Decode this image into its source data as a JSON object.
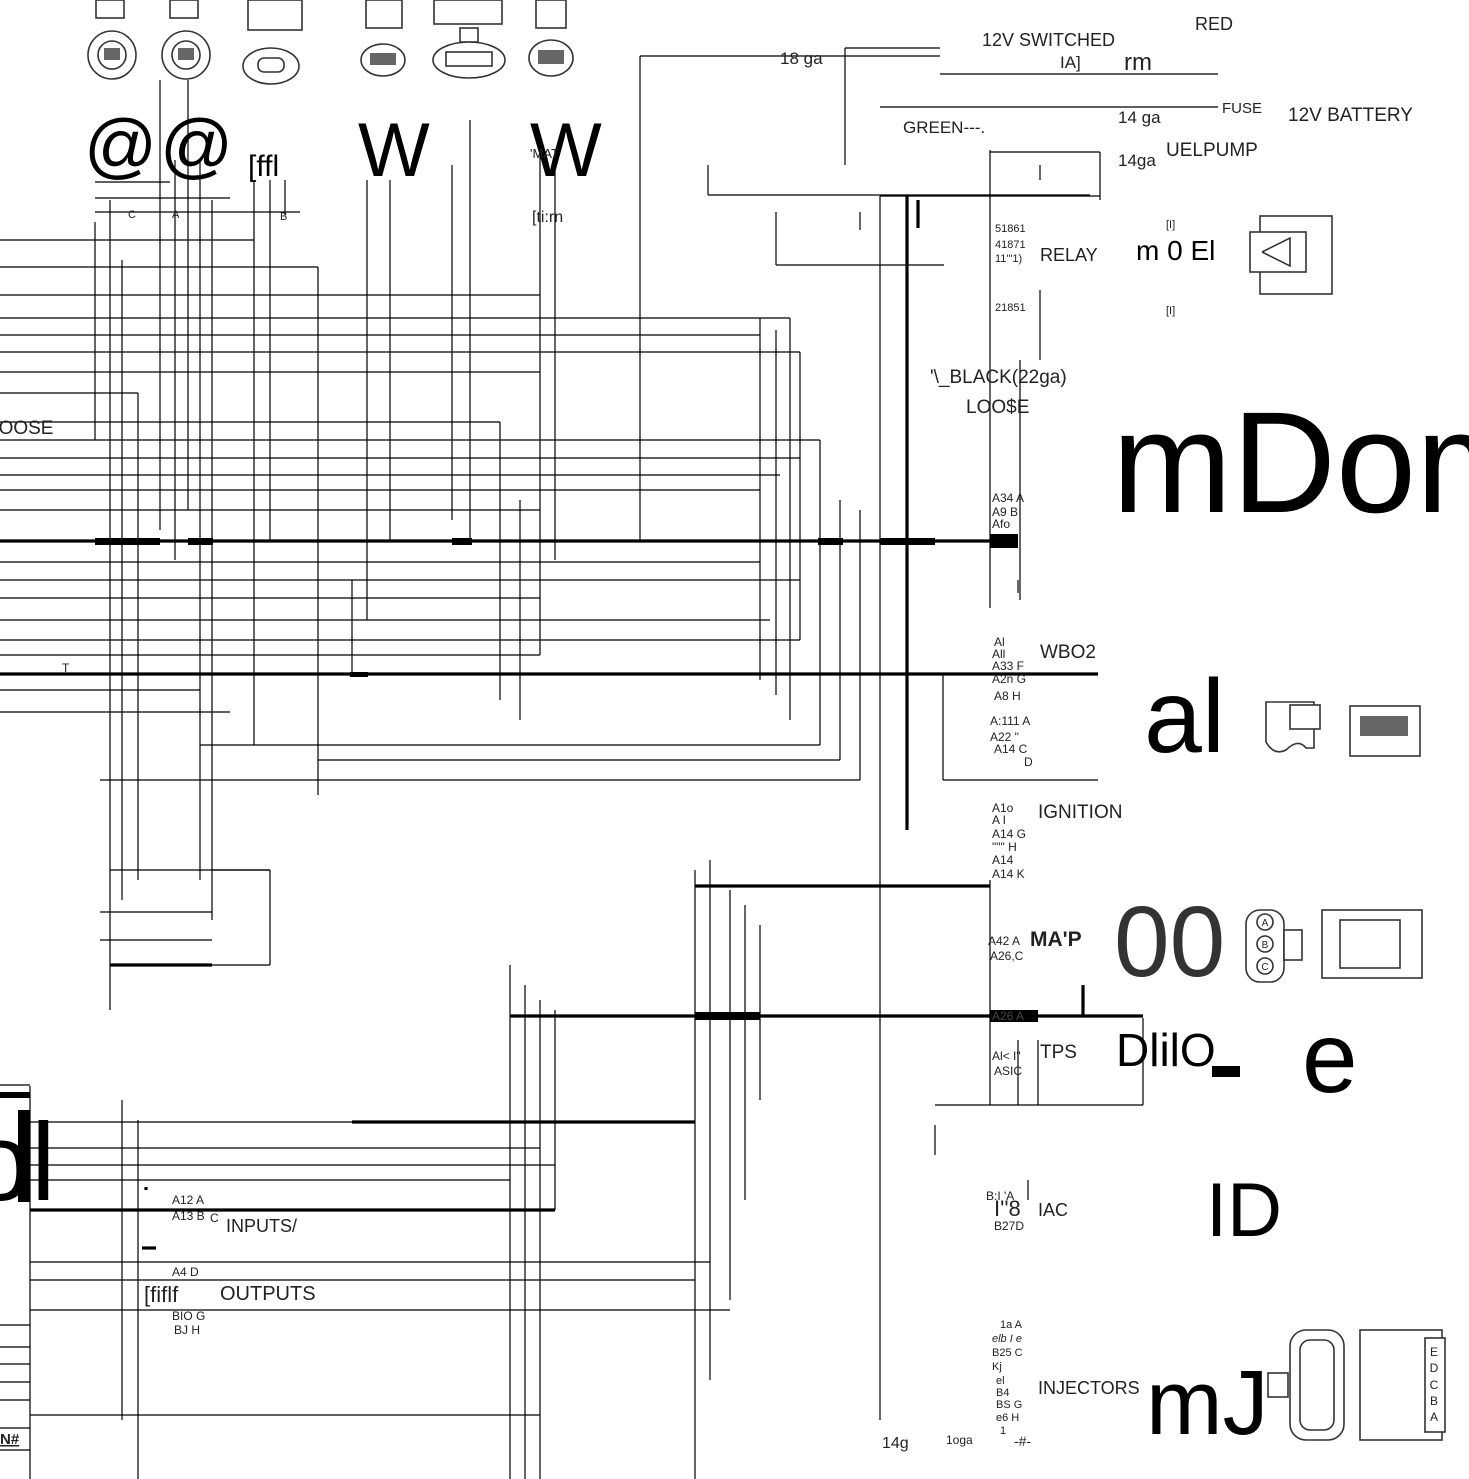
{
  "top_labels": {
    "switched": "12V SWITCHED",
    "red": "RED",
    "ga18": "18 ga",
    "ia": "IA]",
    "rm": "rm",
    "fuse": "FUSE",
    "battery": "12V BATTERY",
    "green": "GREEN---.",
    "ga14a": "14 ga",
    "ga14b": "14ga",
    "fuelpump": "UELPUMP"
  },
  "sensor_glyphs": {
    "at1": "@",
    "at2": "@",
    "ffl": "[ffl",
    "w1": "W",
    "w2": "W",
    "mat": "'MAT",
    "tirn": "[ti:rn"
  },
  "pin_letters": {
    "c": "C",
    "a": "A",
    "b": "B"
  },
  "relay": {
    "pin1": "51861",
    "pin2": "41871",
    "pin3": "11'\"1)",
    "label": "RELAY",
    "pin4": "21851",
    "glyph": "m 0 El",
    "bracket1": "[I]",
    "bracket2": "[I]"
  },
  "loose": {
    "black": "'\\_BLACK(22ga)",
    "loose_right": "LOO$E",
    "loose_left": "LOOSE"
  },
  "big_glyphs": {
    "mom": "mDom",
    "al": "al",
    "oo": "00",
    "dlio": "DlilO",
    "e": "e",
    "id": "ID",
    "mj": "mJ",
    "left_ol": "ol"
  },
  "pin_block_1": [
    "A34 A",
    "A9   B",
    "Afo"
  ],
  "wbo2": {
    "label": "WBO2",
    "pins": [
      "Al",
      "All",
      "A33  F",
      "A2n G",
      "A8   H",
      "A:111 A",
      "A22   \"",
      "A14  C",
      "D"
    ]
  },
  "ignition": {
    "label": "IGNITION",
    "pins": [
      "A1o",
      "A I",
      "A14 G",
      "\"\"\"   H",
      "A14",
      "A14 K"
    ]
  },
  "map": {
    "label": "MA'P",
    "pins": [
      "A42 A",
      "A26,C"
    ],
    "extra": "A26 A"
  },
  "tps": {
    "label": "TPS",
    "pins": [
      "Al< I\"",
      "ASIC"
    ]
  },
  "iac": {
    "label": "IAC",
    "pins": [
      "B:I 'A",
      "B27D"
    ],
    "glyph": "I''8"
  },
  "io": {
    "label1": "INPUTS/",
    "label2": "OUTPUTS",
    "pins": [
      "A12  A",
      "A13 B",
      "C",
      "A4   D",
      "BIO G",
      "BJ    H"
    ],
    "glyph": "[fiflf"
  },
  "injectors": {
    "label": "INJECTORS",
    "pins": [
      "1a  A",
      "elb  I e",
      "B25  C",
      "Kj",
      "el",
      "B4",
      "BS   G",
      "e6   H",
      "1"
    ],
    "ga14": "14g",
    "ga1o": "1oga",
    "hash": "-#-"
  },
  "misc": {
    "t": "T",
    "n": "N#"
  },
  "connector_letters": {
    "map_conn": [
      "A",
      "B",
      "C"
    ],
    "inj_conn": [
      "E",
      "D",
      "C",
      "B",
      "A"
    ]
  }
}
